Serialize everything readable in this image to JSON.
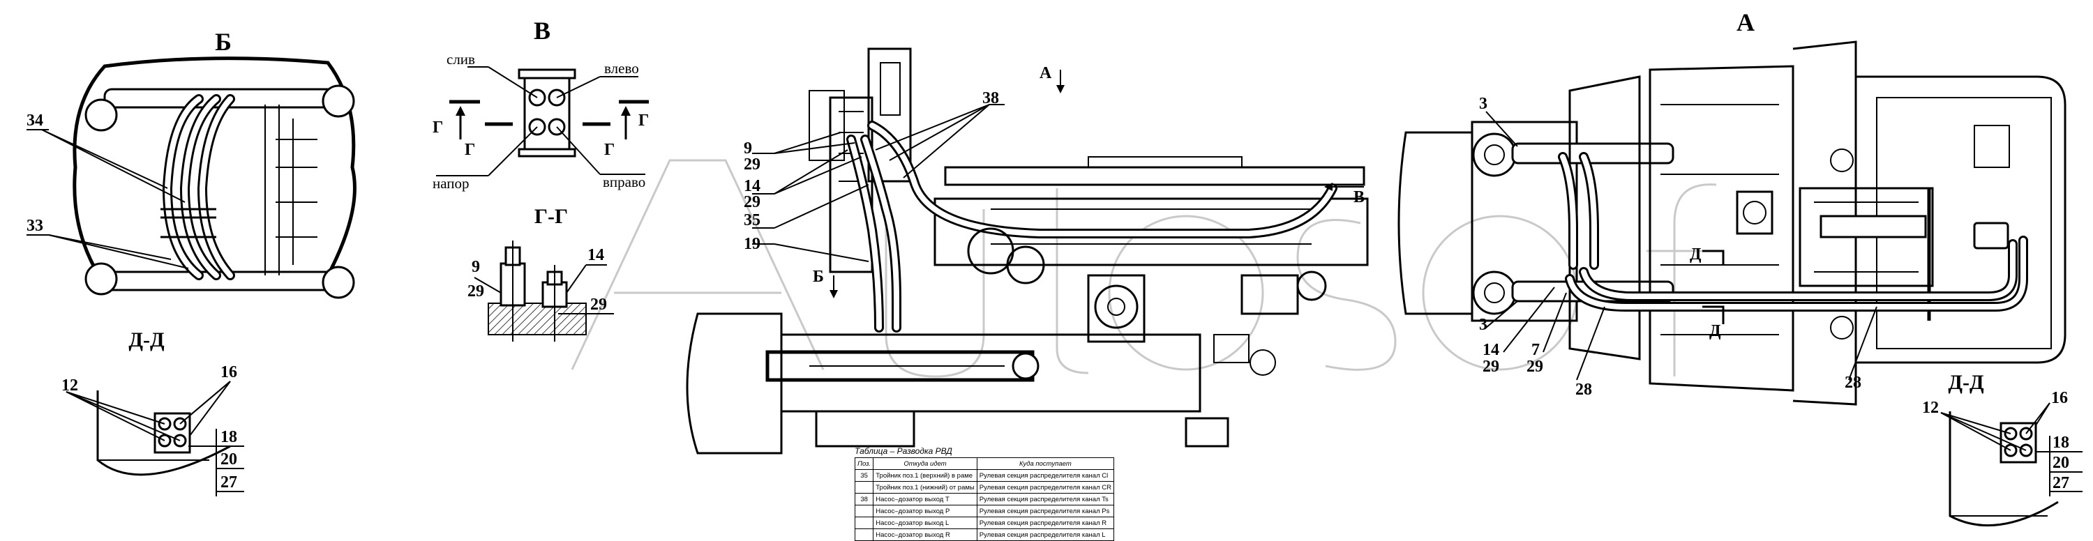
{
  "views": {
    "A": "А",
    "B": "Б",
    "V": "В",
    "GG": "Г-Г",
    "DD_left": "Д-Д",
    "DD_right": "Д-Д"
  },
  "view_v": {
    "drain": "слив",
    "pressure": "напор",
    "left": "влево",
    "right": "вправо",
    "section_mark": "Г"
  },
  "markers": {
    "A_arrow": "А",
    "B_arrow": "Б",
    "V_arrow": "В",
    "D": "Д"
  },
  "positions": {
    "p34": "34",
    "p33": "33",
    "p12": "12",
    "p16": "16",
    "p18": "18",
    "p20": "20",
    "p27": "27",
    "p9": "9",
    "p29": "29",
    "p14": "14",
    "p38": "38",
    "p35": "35",
    "p19": "19",
    "p3": "3",
    "p7": "7",
    "p28": "28"
  },
  "table": {
    "caption": "Таблица – Разводка РВД",
    "headers": [
      "Поз.",
      "Откуда идет",
      "Куда поступает"
    ],
    "rows": [
      {
        "pos": "35",
        "from": "Тройник поз.1 (верхний) в раме",
        "to": "Рулевая секция распределителя канал Cl"
      },
      {
        "pos": "",
        "from": "Тройник поз.1 (нижний) от рамы",
        "to": "Рулевая секция распределителя канал CR"
      },
      {
        "pos": "38",
        "from": "Насос–дозатор выход T",
        "to": "Рулевая секция распределителя канал Ts"
      },
      {
        "pos": "",
        "from": "Насос–дозатор выход P",
        "to": "Рулевая секция распределителя канал Ps"
      },
      {
        "pos": "",
        "from": "Насос–дозатор выход L",
        "to": "Рулевая секция распределителя канал R"
      },
      {
        "pos": "",
        "from": "Насос–дозатор выход R",
        "to": "Рулевая секция распределителя канал L"
      }
    ]
  }
}
